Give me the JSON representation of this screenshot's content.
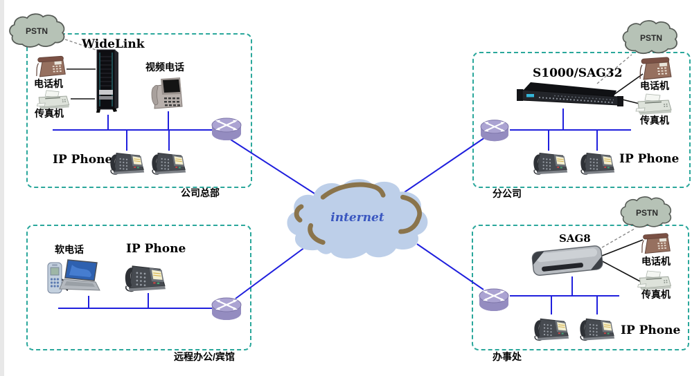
{
  "diagram_title": "VoIP enterprise network topology",
  "clouds": {
    "internet": {
      "label": "internet"
    },
    "pstn_hq": {
      "label": "PSTN"
    },
    "pstn_branch": {
      "label": "PSTN"
    },
    "pstn_office": {
      "label": "PSTN"
    }
  },
  "sites": {
    "hq": {
      "name": "公司总部",
      "gateway": "WideLink",
      "devices": {
        "phone": "电话机",
        "fax": "传真机",
        "video_phone": "视频电话",
        "ip_phone": "IP Phone"
      }
    },
    "branch": {
      "name": "分公司",
      "gateway": "S1000/SAG32",
      "devices": {
        "phone": "电话机",
        "fax": "传真机",
        "ip_phone": "IP Phone"
      }
    },
    "remote": {
      "name": "远程办公/宾馆",
      "devices": {
        "softphone": "软电话",
        "ip_phone": "IP Phone"
      }
    },
    "office": {
      "name": "办事处",
      "gateway": "SAG8",
      "devices": {
        "phone": "电话机",
        "fax": "传真机",
        "ip_phone": "IP Phone"
      }
    }
  },
  "colors": {
    "site_box_border": "#2aa79b",
    "lan_line": "#1f1fdd",
    "pstn_link_line": "#8a8a8a",
    "analog_line": "#111111",
    "internet_cloud_fill": "#bdcfe9",
    "internet_cloud_arc": "#8a744c",
    "internet_text": "#3a57c0",
    "pstn_cloud_fill": "#b6c2b6",
    "router_fill": "#a49cce"
  }
}
